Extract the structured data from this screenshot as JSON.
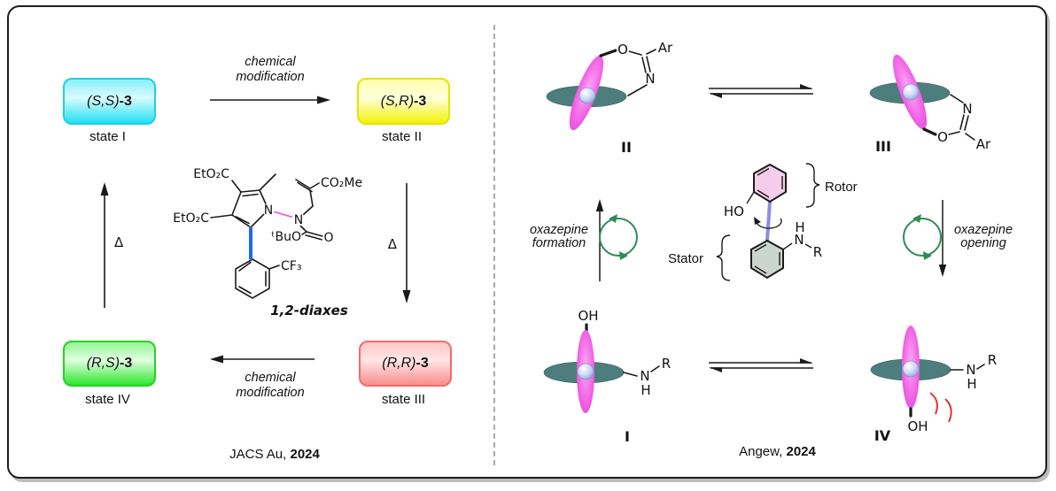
{
  "left": {
    "boxes": [
      {
        "stereo": "(S,S)",
        "tag": "-3",
        "caption": "state I"
      },
      {
        "stereo": "(S,R)",
        "tag": "-3",
        "caption": "state II"
      },
      {
        "stereo": "(R,R)",
        "tag": "-3",
        "caption": "state III"
      },
      {
        "stereo": "(R,S)",
        "tag": "-3",
        "caption": "state IV"
      }
    ],
    "chem_mod_line1": "chemical",
    "chem_mod_line2": "modification",
    "delta": "Δ",
    "molecule": {
      "name": "1,2-diaxes",
      "ester_top": "EtO₂C",
      "ester_left": "EtO₂C",
      "ester_right": "CO₂Me",
      "n1": "N",
      "n2": "N",
      "carbamate_o": "O",
      "tbuo": "ᵗBuO",
      "cf3": "CF₃"
    },
    "citation_venue": "JACS Au,",
    "citation_year": "2024"
  },
  "right": {
    "state_labels": {
      "i": "I",
      "ii": "II",
      "iii": "III",
      "iv": "IV"
    },
    "atoms": {
      "o": "O",
      "n": "N",
      "h": "H",
      "r": "R",
      "ar": "Ar",
      "oh": "OH",
      "ho": "HO"
    },
    "rotor_label": "Rotor",
    "stator_label": "Stator",
    "ox_left_line1": "oxazepine",
    "ox_left_line2": "formation",
    "ox_right_line1": "oxazepine",
    "ox_right_line2": "opening",
    "citation_venue": "Angew,",
    "citation_year": "2024"
  },
  "colors": {
    "box_cyan": "#22e0f2",
    "box_yellow": "#f2f20a",
    "box_green": "#2de62d",
    "box_red": "#fa8d8d",
    "stator_teal": "#4e7d7d",
    "rotor_magenta": "#ee58e2",
    "ball_blue": "#b9c6ee",
    "ring_pink": "#f3cde9",
    "ring_gray": "#cbd5cd",
    "axle_blue": "#8d8de2",
    "diaxis_blue": "#1e6be6",
    "nn_magenta": "#f25fd7",
    "clash_red": "#e03535",
    "cycle_green": "#2e8b57"
  }
}
